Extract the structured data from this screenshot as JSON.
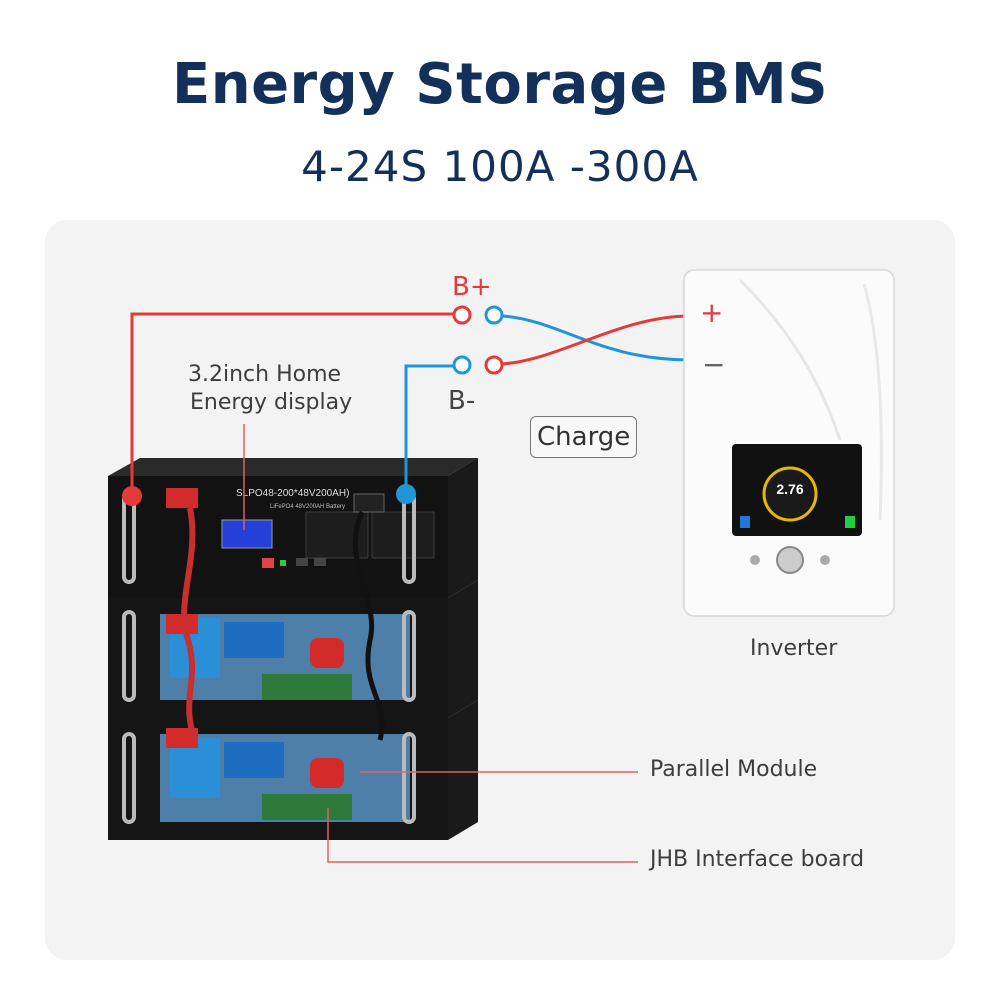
{
  "title": "Energy Storage BMS",
  "subtitle": "4-24S 100A -300A",
  "terminals": {
    "positive": "B+",
    "negative": "B-"
  },
  "charge_label": "Charge",
  "inverter": {
    "label": "Inverter",
    "plus_sign": "+",
    "minus_sign": "−",
    "screen_value": "2.76"
  },
  "battery": {
    "model_label": "SLPO48-200*48V200AH)",
    "type_label": "LiFePO4 48V200AH Battery"
  },
  "callouts": {
    "display": [
      "3.2inch Home",
      "Energy display"
    ],
    "parallel_module": "Parallel Module",
    "interface_board": "JHB Interface board"
  },
  "colors": {
    "positive_wire": "#e53a3a",
    "negative_wire": "#1e96d8",
    "title": "#13305a",
    "panel": "#f3f3f3"
  }
}
